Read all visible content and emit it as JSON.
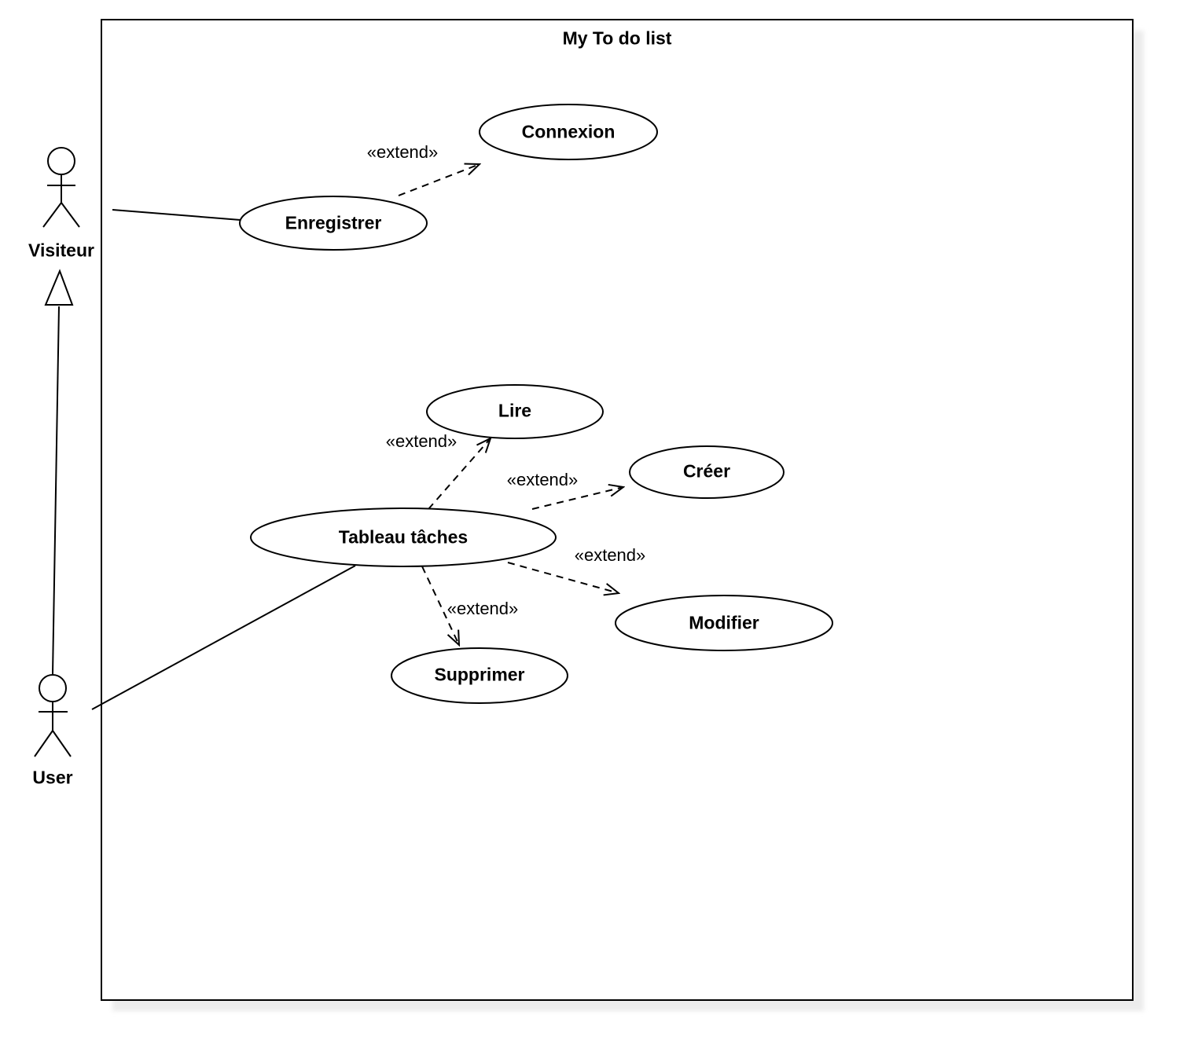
{
  "diagram": {
    "type": "uml-use-case-diagram",
    "title": "My To do list",
    "actors": [
      {
        "name": "Visiteur"
      },
      {
        "name": "User"
      }
    ],
    "use_cases": [
      {
        "label": "Connexion"
      },
      {
        "label": "Enregistrer"
      },
      {
        "label": "Lire"
      },
      {
        "label": "Créer"
      },
      {
        "label": "Tableau tâches"
      },
      {
        "label": "Modifier"
      },
      {
        "label": "Supprimer"
      }
    ],
    "relations": [
      {
        "type": "association",
        "from": "Visiteur",
        "to": "Enregistrer"
      },
      {
        "type": "extend",
        "from": "Enregistrer",
        "to": "Connexion",
        "label": "«extend»"
      },
      {
        "type": "generalization",
        "from": "User",
        "to": "Visiteur"
      },
      {
        "type": "association",
        "from": "User",
        "to": "Tableau tâches"
      },
      {
        "type": "extend",
        "from": "Tableau tâches",
        "to": "Lire",
        "label": "«extend»"
      },
      {
        "type": "extend",
        "from": "Tableau tâches",
        "to": "Créer",
        "label": "«extend»"
      },
      {
        "type": "extend",
        "from": "Tableau tâches",
        "to": "Modifier",
        "label": "«extend»"
      },
      {
        "type": "extend",
        "from": "Tableau tâches",
        "to": "Supprimer",
        "label": "«extend»"
      }
    ],
    "colors": {
      "stroke": "#000000",
      "fill": "#ffffff",
      "shadow": "#ececec"
    }
  }
}
